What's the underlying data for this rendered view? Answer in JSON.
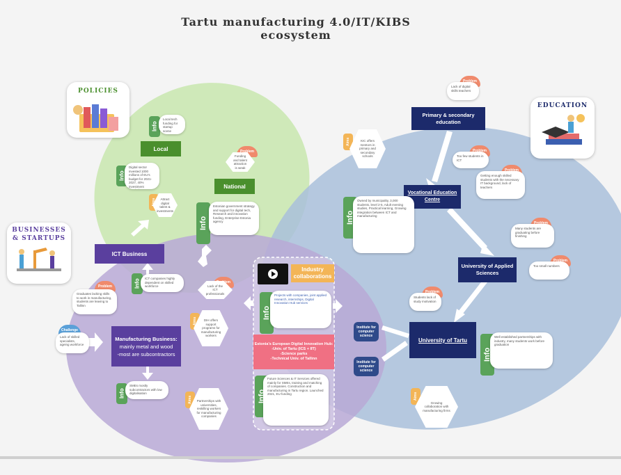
{
  "title_line1": "Tartu manufacturing 4.0/IT/KIBS",
  "title_line2": "ecosystem",
  "badges": {
    "policies": "POLICIES",
    "education": "EDUCATION",
    "businesses_line1": "BUSINESSES",
    "businesses_line2": "& STARTUPS"
  },
  "tags": {
    "info": "Info",
    "problem": "Problem",
    "aims": "Aims",
    "challenge": "Challenge"
  },
  "boxes": {
    "local": "Local",
    "national": "National",
    "ict_business": "ICT Business",
    "manufacturing_title": "Manufacturing Business:",
    "manufacturing_line2": "mainly metal and wood",
    "manufacturing_line3": "-most are subcontractors",
    "primary_secondary": "Primary & secondary education",
    "vocational": "Vocational Education Centre",
    "applied_sciences": "University of Applied Sciences",
    "tartu_uni": "University of Tartu",
    "institute_1": "Institute for computer science",
    "institute_2": "Institute for computer science",
    "industry_collab": "Industry collaborations",
    "hub_title": "Estonia's European  Digital Innovation Hub:",
    "hub_line2": "-Univ. of Tartu (ICS + IIT)",
    "hub_line3": "-Science parks",
    "hub_line4": "-Technical Univ. of  Tallinn"
  },
  "texts": {
    "local_info": "Local tech funding for startup scene",
    "local_info2": "Digital sector invested 1000 millions of EU's budget for 2021-2027, 40% investment needed",
    "local_aims": "Attract digital talent & investments",
    "national_problem": "Funding and talent attraction is weak",
    "national_info": "Estonian government strategy and support for digital tech, Research and innovation funding, Enterprise Estonia agency",
    "ict_info": "ICT companies highly dependent on skilled workforce",
    "ict_problem": "Lack of the ICT professionals",
    "manu_problem": "Graduates lacking skills to work in manufacturing, students are leaving to Tallinn",
    "manu_challenge": "Lack of skilled specialists, ageing workforce",
    "manu_aims": "DIH offers support programs for manufacturing workers",
    "manu_info": "SMEs mostly subcontractors with low digitalisation",
    "manu_aims2": "Partnerships with universities, reskilling workers for manufacturing companies",
    "industry_info": "Projects with companies, joint applied research, internships, Digital Innovation Hub services",
    "hub_info": "Future Sciences & IT Services offered mainly for SMEs, training and matching of companies. Construction and manufacturing in Tartu region. Launched 2021, EU funding",
    "primary_problem": "Lack of digital skills teachers",
    "primary_aims": "KIC offers mentors in primary and secondary schools",
    "vocational_problem": "Too few students in ICT",
    "vocational_problem2": "Getting enough skilled students with the necessary IT background, lack of teachers",
    "vocational_info": "Owned by municipality, 3,000 students, level 2-5, Adult evening studies, Practical learning, Growing integration between ICT and manufacturing",
    "applied_problem": "Many students are graduating before finishing",
    "applied_problem2": "Too small numbers",
    "tartu_problem": "Students lack of study motivation",
    "tartu_info": "Well established partnerships with industry, many students work before graduation",
    "tartu_aims": "Growing collaboration with manufacturing firms"
  },
  "colors": {
    "navy": "#1c2a6b",
    "green_region": "#cbe8b2",
    "purple_region": "#b9a9d6",
    "blue_region": "#a9c0db",
    "info_tag": "#5aa35a",
    "problem_tag": "#f08a6c",
    "aims_tag": "#f3b557",
    "hub_pink": "#f07083"
  }
}
